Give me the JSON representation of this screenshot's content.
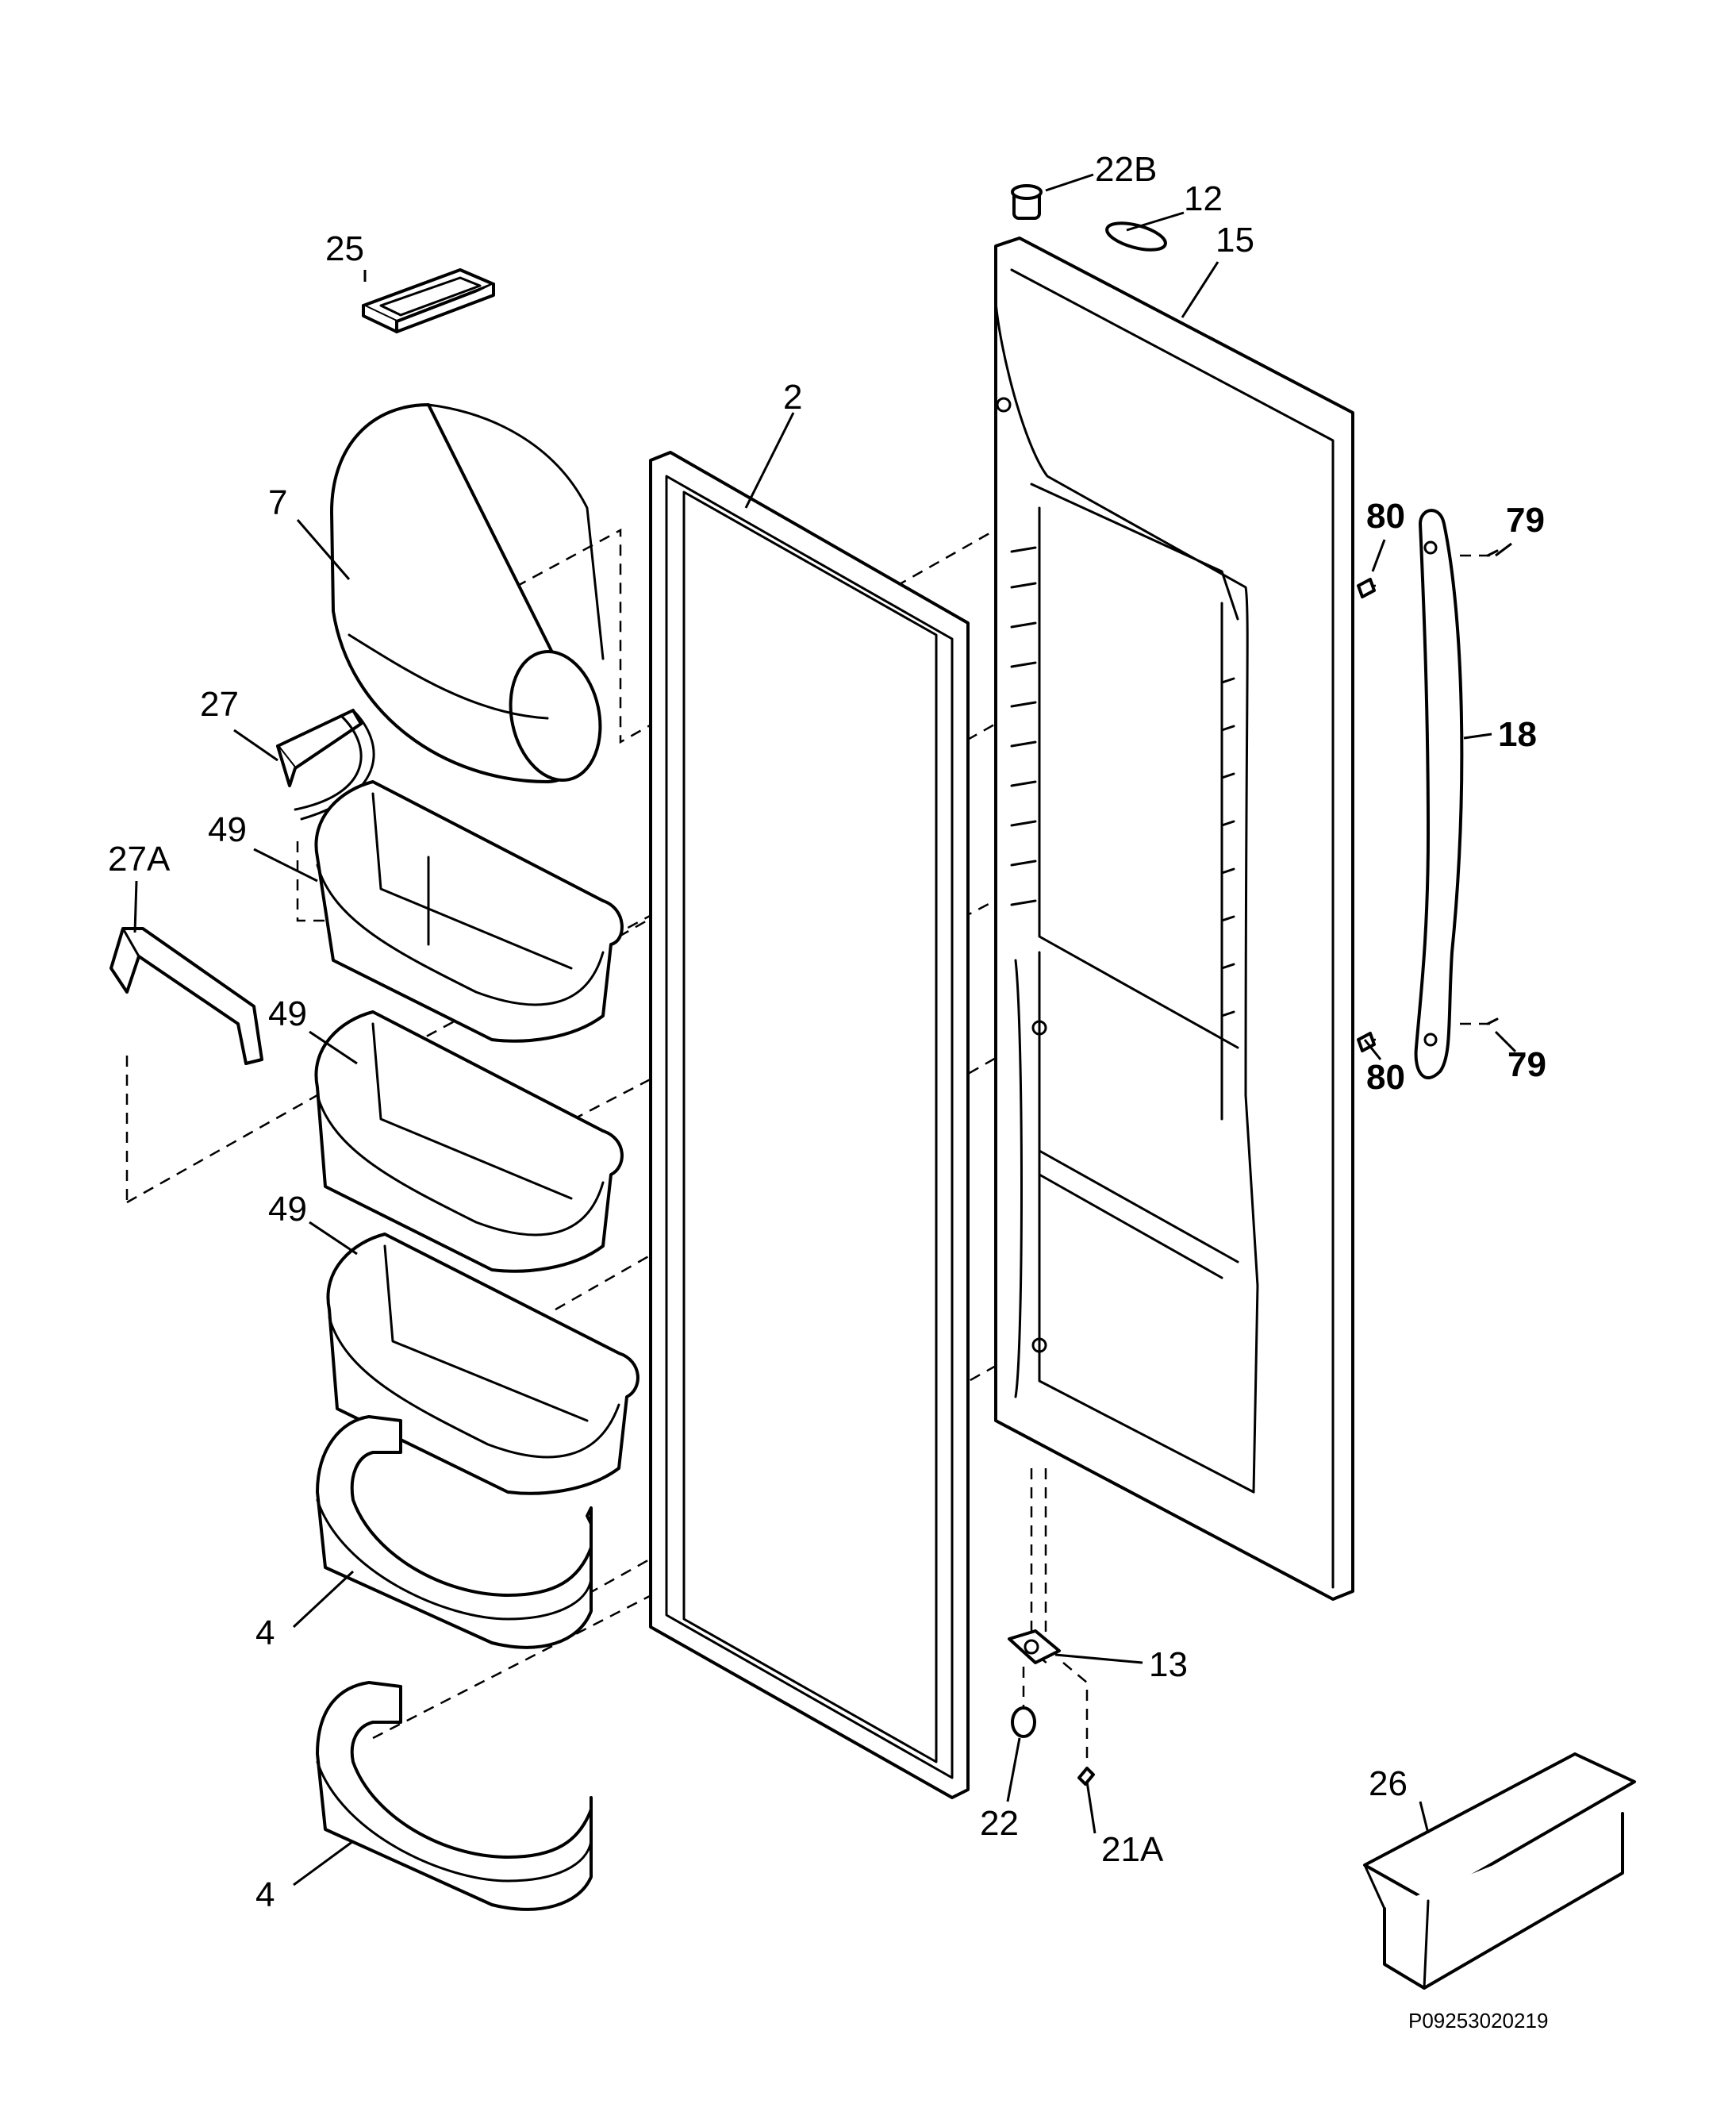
{
  "diagram": {
    "callouts": {
      "c22B": "22B",
      "c12": "12",
      "c15": "15",
      "c25": "25",
      "c2": "2",
      "c7": "7",
      "c80_top": "80",
      "c79_top": "79",
      "c27": "27",
      "c18": "18",
      "c49_a": "49",
      "c27A": "27A",
      "c49_b": "49",
      "c80_bot": "80",
      "c79_bot": "79",
      "c49_c": "49",
      "c4_a": "4",
      "c13": "13",
      "c26": "26",
      "c22": "22",
      "c21A": "21A",
      "c4_b": "4"
    },
    "reference_code": "P09253020219"
  }
}
